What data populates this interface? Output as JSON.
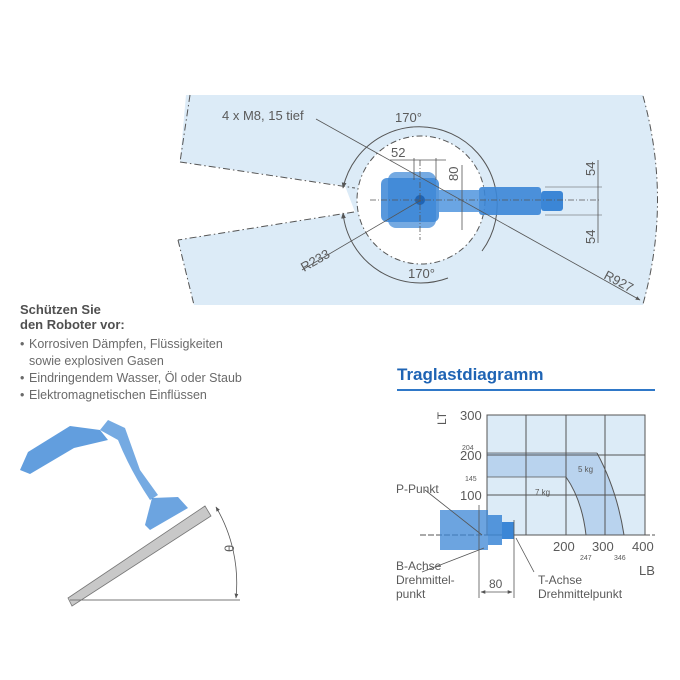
{
  "top_view": {
    "annotations": {
      "thread_note": "4 x M8, 15 tief",
      "angle_top": "170°",
      "angle_bottom": "170°",
      "dim_52": "52",
      "dim_80": "80",
      "dim_54_top": "54",
      "dim_54_bottom": "54",
      "radius_inner": "R233",
      "radius_outer": "R927"
    },
    "colors": {
      "work_area": "#dcebf7",
      "robot": "#3b86d6",
      "lines": "#555555"
    }
  },
  "protect": {
    "title_line1": "Schützen Sie",
    "title_line2": "den Roboter vor:",
    "items": [
      {
        "line1": "Korrosiven Dämpfen, Flüssigkeiten",
        "line2": "sowie explosiven Gasen"
      },
      {
        "line1": "Eindringendem Wasser, Öl oder Staub"
      },
      {
        "line1": "Elektromagnetischen Einflüssen"
      }
    ]
  },
  "tilt_view": {
    "angle_label": "θ"
  },
  "load_diagram": {
    "title": "Traglastdiagramm",
    "labels": {
      "p_punkt": "P-Punkt",
      "b_achse_1": "B-Achse",
      "b_achse_2": "Drehmittel-",
      "b_achse_3": "punkt",
      "t_achse_1": "T-Achse",
      "t_achse_2": "Drehmittelpunkt",
      "dim_80": "80"
    }
  },
  "chart_data": {
    "type": "area",
    "title": "Traglastdiagramm",
    "xlabel": "LB",
    "ylabel": "LT",
    "xlim": [
      0,
      400
    ],
    "ylim": [
      0,
      300
    ],
    "x_ticks": [
      "200",
      "300",
      "400"
    ],
    "x_minor_labels": [
      "247",
      "346"
    ],
    "y_ticks": [
      "100",
      "200",
      "300"
    ],
    "y_minor_labels": [
      "145",
      "204"
    ],
    "grid": true,
    "series": [
      {
        "name": "7 kg",
        "label": "7 kg",
        "boundary": {
          "LT_max": 145,
          "LB_max": 247,
          "corner_LB": 200
        }
      },
      {
        "name": "5 kg",
        "label": "5 kg",
        "boundary": {
          "LT_max": 204,
          "LB_max": 346,
          "corner_LB": 280
        }
      }
    ]
  }
}
